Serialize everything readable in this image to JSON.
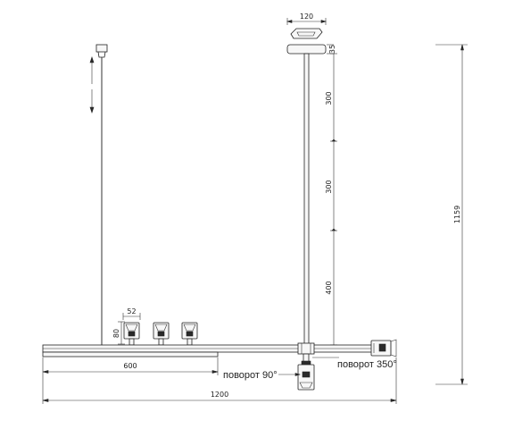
{
  "dimensions": {
    "canopy_width": "120",
    "canopy_height": "35",
    "rod_segment_upper": "300",
    "rod_segment_middle": "300",
    "rod_segment_lower": "400",
    "total_height": "1159",
    "spot_width": "52",
    "spot_height": "80",
    "left_bar_length": "600",
    "total_length": "1200"
  },
  "captions": {
    "rotation_90": "поворот 90°",
    "rotation_350": "поворот 350°"
  }
}
